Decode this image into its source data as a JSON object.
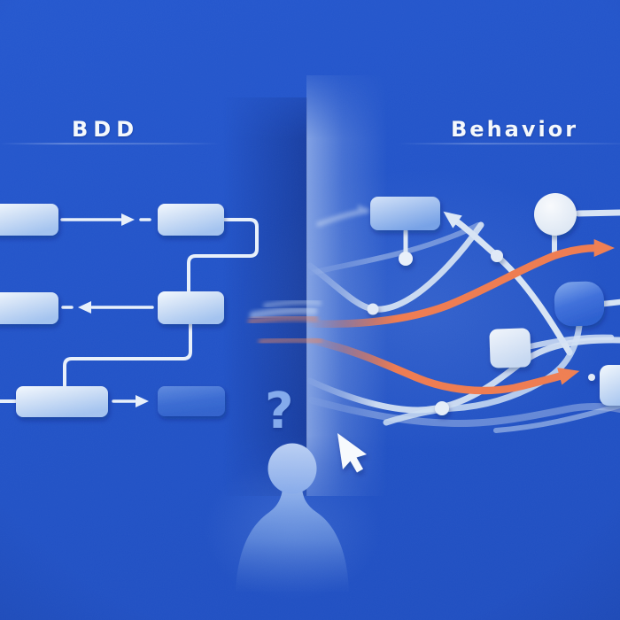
{
  "left_panel": {
    "title": "BDD",
    "style": "structured-flowchart",
    "rows": [
      {
        "boxes": 2,
        "arrow_direction": "right",
        "dashed_gap": true
      },
      {
        "boxes": 2,
        "arrow_direction": "left",
        "dashed_gap": true
      },
      {
        "boxes": 2,
        "arrow_direction": "right",
        "dashed_gap": false
      }
    ]
  },
  "right_panel": {
    "title": "Behavior",
    "style": "tangled-network",
    "nodes": [
      "rounded-rect",
      "circle",
      "deep-blue-rounded-square",
      "light-square",
      "rounded-rect-partial"
    ],
    "connector_dots": 4,
    "orange_arrows": 2
  },
  "center": {
    "question_mark": "?"
  },
  "palette": {
    "background": "#2254CA",
    "background_corner": "#1B46B2",
    "divider_glow": "#AFC6EF",
    "divider_shade": "#12307E",
    "flow_line": "#E8F0FA",
    "node_light_top": "#F2F7FD",
    "node_light_bottom": "#A6C5F0",
    "node_medium_blue": "#3A6BD2",
    "node_deep_blue": "#2B60D2",
    "accent_orange": "#EE7B50",
    "title_text": "#F4F8FC",
    "question_mark": "#85ACEC",
    "person_silhouette": "#8FB2EC",
    "cursor": "#F7FAFD"
  },
  "icons": [
    "question-mark-icon",
    "person-silhouette",
    "cursor-icon",
    "arrowhead-icon"
  ]
}
